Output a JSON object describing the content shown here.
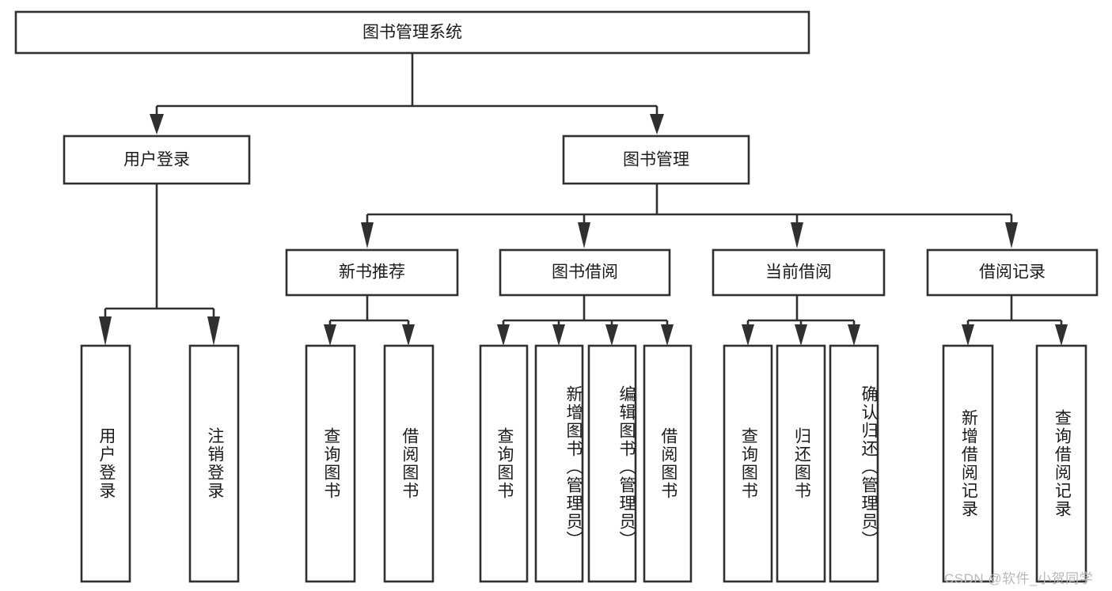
{
  "diagram": {
    "type": "tree-hierarchy-chart",
    "title": "图书管理系统",
    "orientation": "top-down",
    "colors": {
      "box_stroke": "#303030",
      "box_fill": "#ffffff",
      "connector": "#303030",
      "text": "#1b1b1b",
      "background": "#ffffff",
      "watermark": "#b9b9b9"
    },
    "root": {
      "label": "图书管理系统"
    },
    "level2": [
      {
        "label": "用户登录"
      },
      {
        "label": "图书管理"
      }
    ],
    "level3": [
      {
        "label": "新书推荐"
      },
      {
        "label": "图书借阅"
      },
      {
        "label": "当前借阅"
      },
      {
        "label": "借阅记录"
      }
    ],
    "leaves": {
      "user_login": [
        {
          "label": "用户登录"
        },
        {
          "label": "注销登录"
        }
      ],
      "new_book_recommend": [
        {
          "label": "查询图书"
        },
        {
          "label": "借阅图书"
        }
      ],
      "book_borrow": [
        {
          "label": "查询图书"
        },
        {
          "label": "新增图书（管理员）"
        },
        {
          "label": "编辑图书（管理员）"
        },
        {
          "label": "借阅图书"
        }
      ],
      "current_borrow": [
        {
          "label": "查询图书"
        },
        {
          "label": "归还图书"
        },
        {
          "label": "确认归还（管理员）"
        }
      ],
      "borrow_record": [
        {
          "label": "新增借阅记录"
        },
        {
          "label": "查询借阅记录"
        }
      ]
    }
  },
  "watermark": {
    "text": "CSDN @软件_小贺同学"
  }
}
